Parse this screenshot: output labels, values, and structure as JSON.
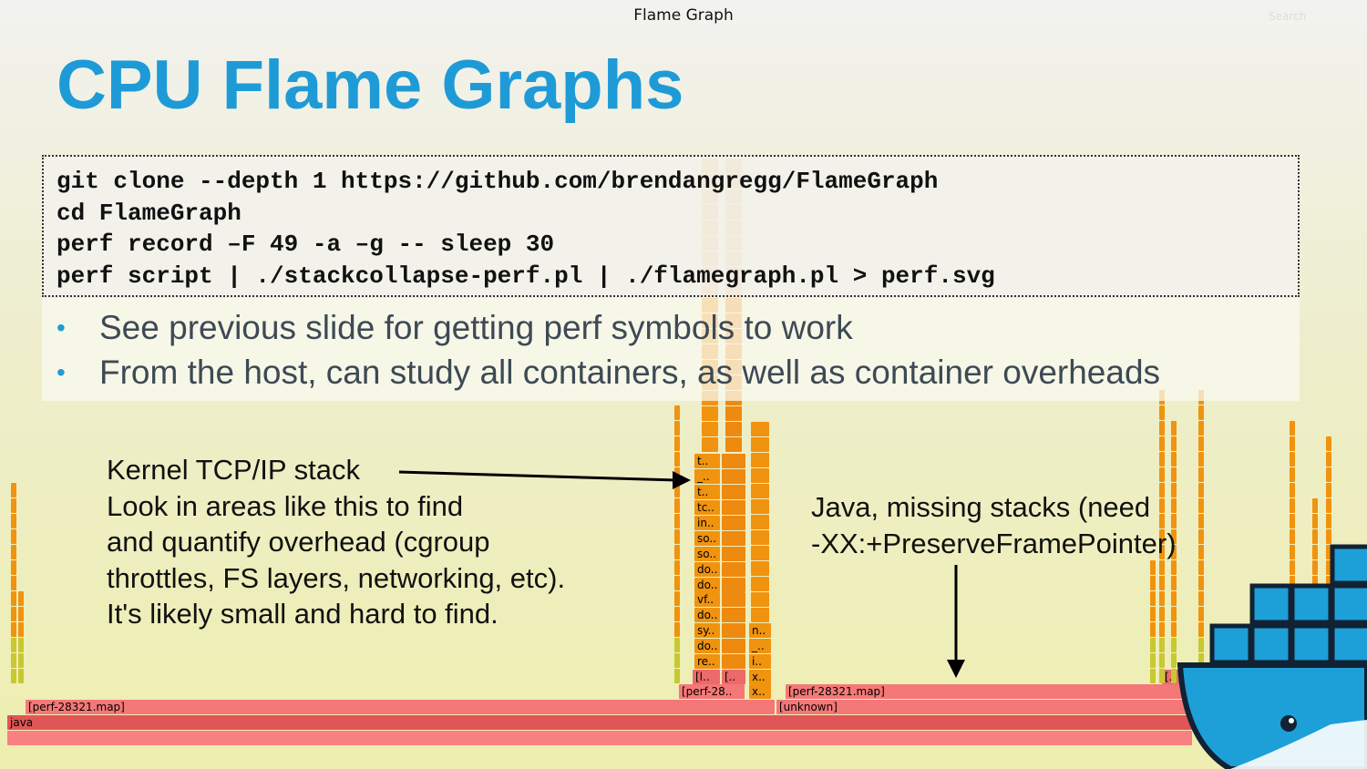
{
  "flamegraph": {
    "title": "Flame Graph",
    "search_label": "Search",
    "frames": {
      "root": "",
      "java": "java",
      "perf_map_left": "[perf-28321.map]",
      "perf_map_mid": "[perf-28..",
      "perf_map_right": "[perf-28321.map]",
      "unknown": "[unknown]",
      "x1": "x..",
      "x2": "x..",
      "i": "i..",
      "u": "_..",
      "n": "n..",
      "l1": "[l..",
      "l2": "[..",
      "l3": "[..",
      "stack": [
        "re..",
        "do..",
        "sy..",
        "do..",
        "vf..",
        "do..",
        "do..",
        "so..",
        "so..",
        "in..",
        "tc..",
        "t..",
        "_..",
        "t.."
      ]
    },
    "colors": {
      "root": "#f88080",
      "java": "#e05555",
      "map": "#f57878",
      "orange": "#f0930f",
      "yellow": "#c8c830"
    }
  },
  "slide": {
    "title": "CPU Flame Graphs",
    "code": [
      "git clone --depth 1 https://github.com/brendangregg/FlameGraph",
      "cd FlameGraph",
      "perf record –F 49 -a –g -- sleep 30",
      "perf script | ./stackcollapse-perf.pl | ./flamegraph.pl > perf.svg"
    ],
    "bullets": [
      "See previous slide for getting perf symbols to work",
      "From the host, can study all containers, as well as container overheads"
    ],
    "bullet_char": "•",
    "note_left": [
      "Kernel TCP/IP stack",
      "Look in areas like this to find",
      "and quantify overhead (cgroup",
      "throttles, FS layers, networking, etc).",
      "It's likely small and hard to find."
    ],
    "note_right": [
      "Java, missing stacks (need",
      "-XX:+PreserveFramePointer)"
    ],
    "accent": "#1e9bd7"
  }
}
